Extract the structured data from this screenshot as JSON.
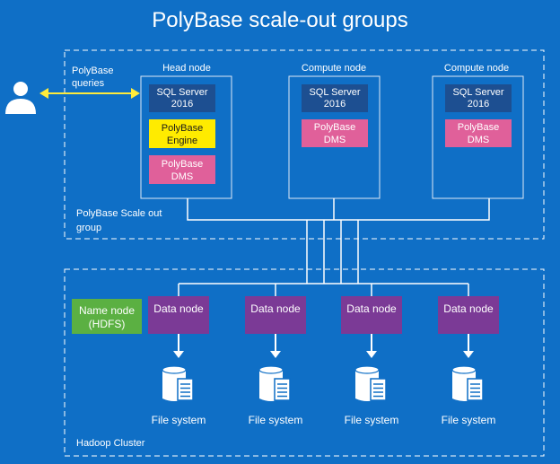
{
  "title": "PolyBase scale-out groups",
  "user": {
    "icon": "user-icon",
    "label_line1": "PolyBase",
    "label_line2": "queries",
    "arrow_color": "#ffeb3b"
  },
  "scale_out_group": {
    "label_line1": "PolyBase Scale out",
    "label_line2": "group",
    "head_node": {
      "title": "Head node",
      "sql": [
        "SQL Server",
        "2016"
      ],
      "engine": [
        "PolyBase",
        "Engine"
      ],
      "dms": [
        "PolyBase",
        "DMS"
      ]
    },
    "compute_nodes": [
      {
        "title": "Compute node",
        "sql": [
          "SQL Server",
          "2016"
        ],
        "dms": [
          "PolyBase",
          "DMS"
        ]
      },
      {
        "title": "Compute node",
        "sql": [
          "SQL Server",
          "2016"
        ],
        "dms": [
          "PolyBase",
          "DMS"
        ]
      }
    ]
  },
  "hadoop_cluster": {
    "label": "Hadoop Cluster",
    "name_node": [
      "Name node",
      "(HDFS)"
    ],
    "data_nodes": [
      {
        "label": "Data node",
        "storage_label": "File system",
        "icon": "database-file-icon"
      },
      {
        "label": "Data node",
        "storage_label": "File system",
        "icon": "database-file-icon"
      },
      {
        "label": "Data node",
        "storage_label": "File system",
        "icon": "database-file-icon"
      },
      {
        "label": "Data node",
        "storage_label": "File system",
        "icon": "database-file-icon"
      }
    ]
  },
  "colors": {
    "background": "#0f6fc6",
    "sql_box": "#1d4f91",
    "engine_box": "#ffeb00",
    "dms_box": "#e0609a",
    "data_node_box": "#7b3a96",
    "name_node_box": "#5bb042"
  }
}
